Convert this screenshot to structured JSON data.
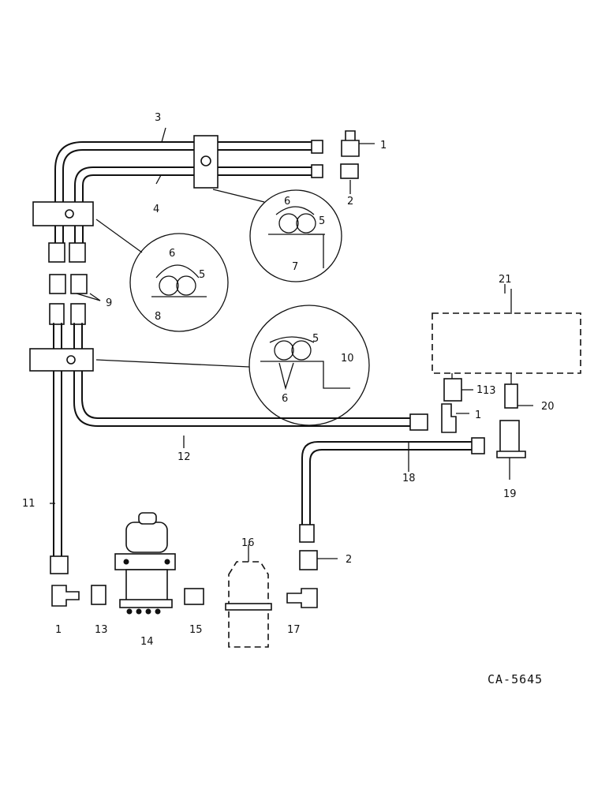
{
  "drawing_code": "CA-5645",
  "callouts": [
    "1",
    "1",
    "1",
    "1",
    "2",
    "2",
    "3",
    "4",
    "5",
    "5",
    "5",
    "6",
    "6",
    "6",
    "7",
    "8",
    "9",
    "10",
    "11",
    "12",
    "13",
    "13",
    "14",
    "15",
    "16",
    "17",
    "18",
    "19",
    "20",
    "21"
  ]
}
